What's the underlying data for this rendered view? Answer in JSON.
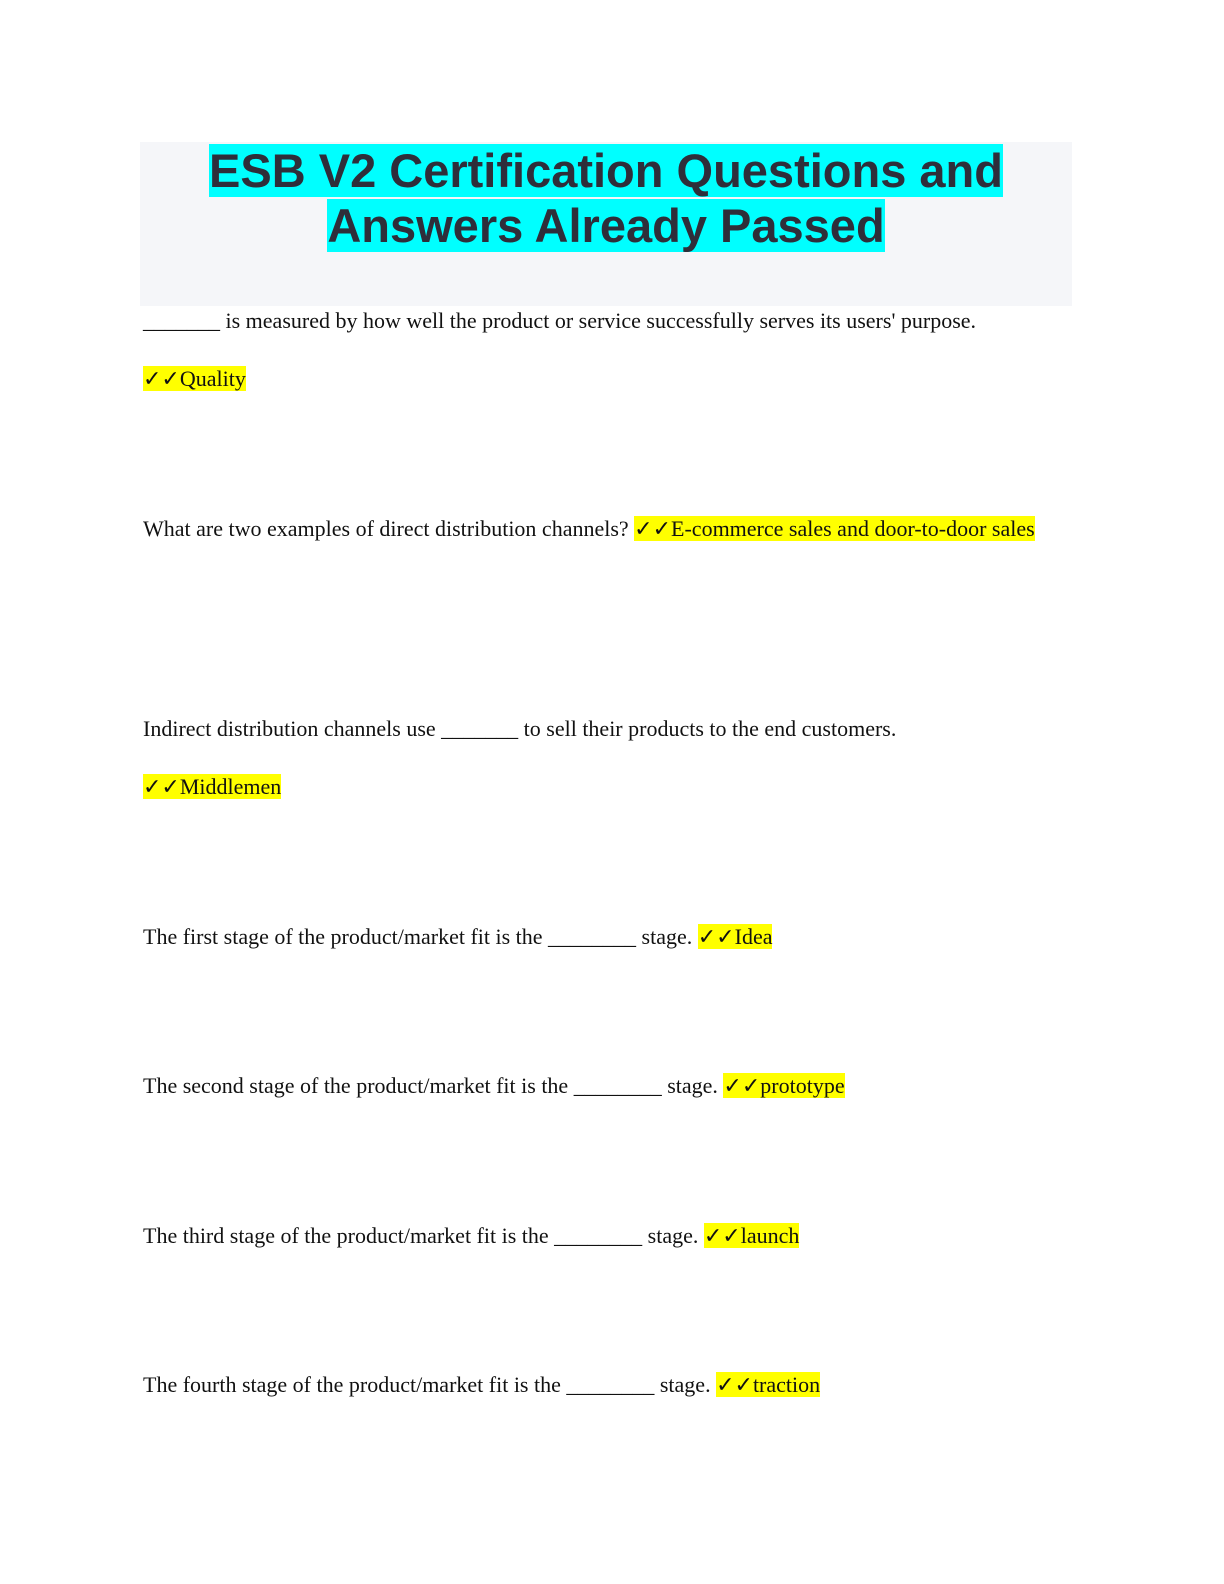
{
  "document": {
    "title_line1": "ESB V2 Certification Questions and",
    "title_line2": "Answers Already Passed",
    "items": [
      {
        "question": "_______ is measured by how well the product or service successfully serves its users' purpose.",
        "answer": "✓✓Quality"
      },
      {
        "question": "What are two examples of direct distribution channels?",
        "answer": "✓✓E-commerce sales and door-to-door sales"
      },
      {
        "question": "Indirect distribution channels use _______ to sell their products to the end customers.",
        "answer": "✓✓Middlemen"
      },
      {
        "question": "The first stage of the product/market fit is the ________ stage.",
        "answer": "✓✓Idea"
      },
      {
        "question": "The second stage of the product/market fit is the ________ stage.",
        "answer": "✓✓prototype"
      },
      {
        "question": "The third stage of the product/market fit is the ________ stage.",
        "answer": "✓✓launch"
      },
      {
        "question": "The fourth stage of the product/market fit is the ________ stage.",
        "answer": "✓✓traction"
      }
    ]
  },
  "colors": {
    "title_highlight": "#00ffff",
    "title_text": "#2e2e3a",
    "answer_highlight": "#ffff00",
    "title_band": "#f5f6f9"
  }
}
